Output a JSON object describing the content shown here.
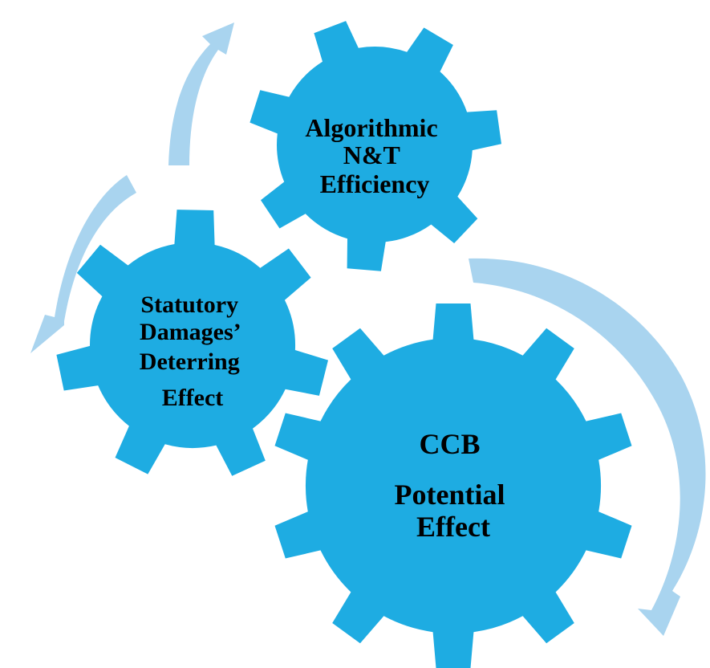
{
  "colors": {
    "gear_fill": "#1EACE2",
    "arrow_fill": "#A9D4EF",
    "text": "#000000",
    "background": "#FFFFFF"
  },
  "gears": {
    "top": {
      "lines": [
        "Algorithmic",
        "N&T",
        "Efficiency"
      ]
    },
    "left": {
      "lines": [
        "Statutory",
        "Damages’",
        "Deterring",
        "Effect"
      ]
    },
    "bottom": {
      "lines": [
        "CCB",
        "Potential",
        "Effect"
      ]
    }
  },
  "arrows": [
    "top-left-arrow",
    "left-arrow",
    "right-arrow"
  ]
}
